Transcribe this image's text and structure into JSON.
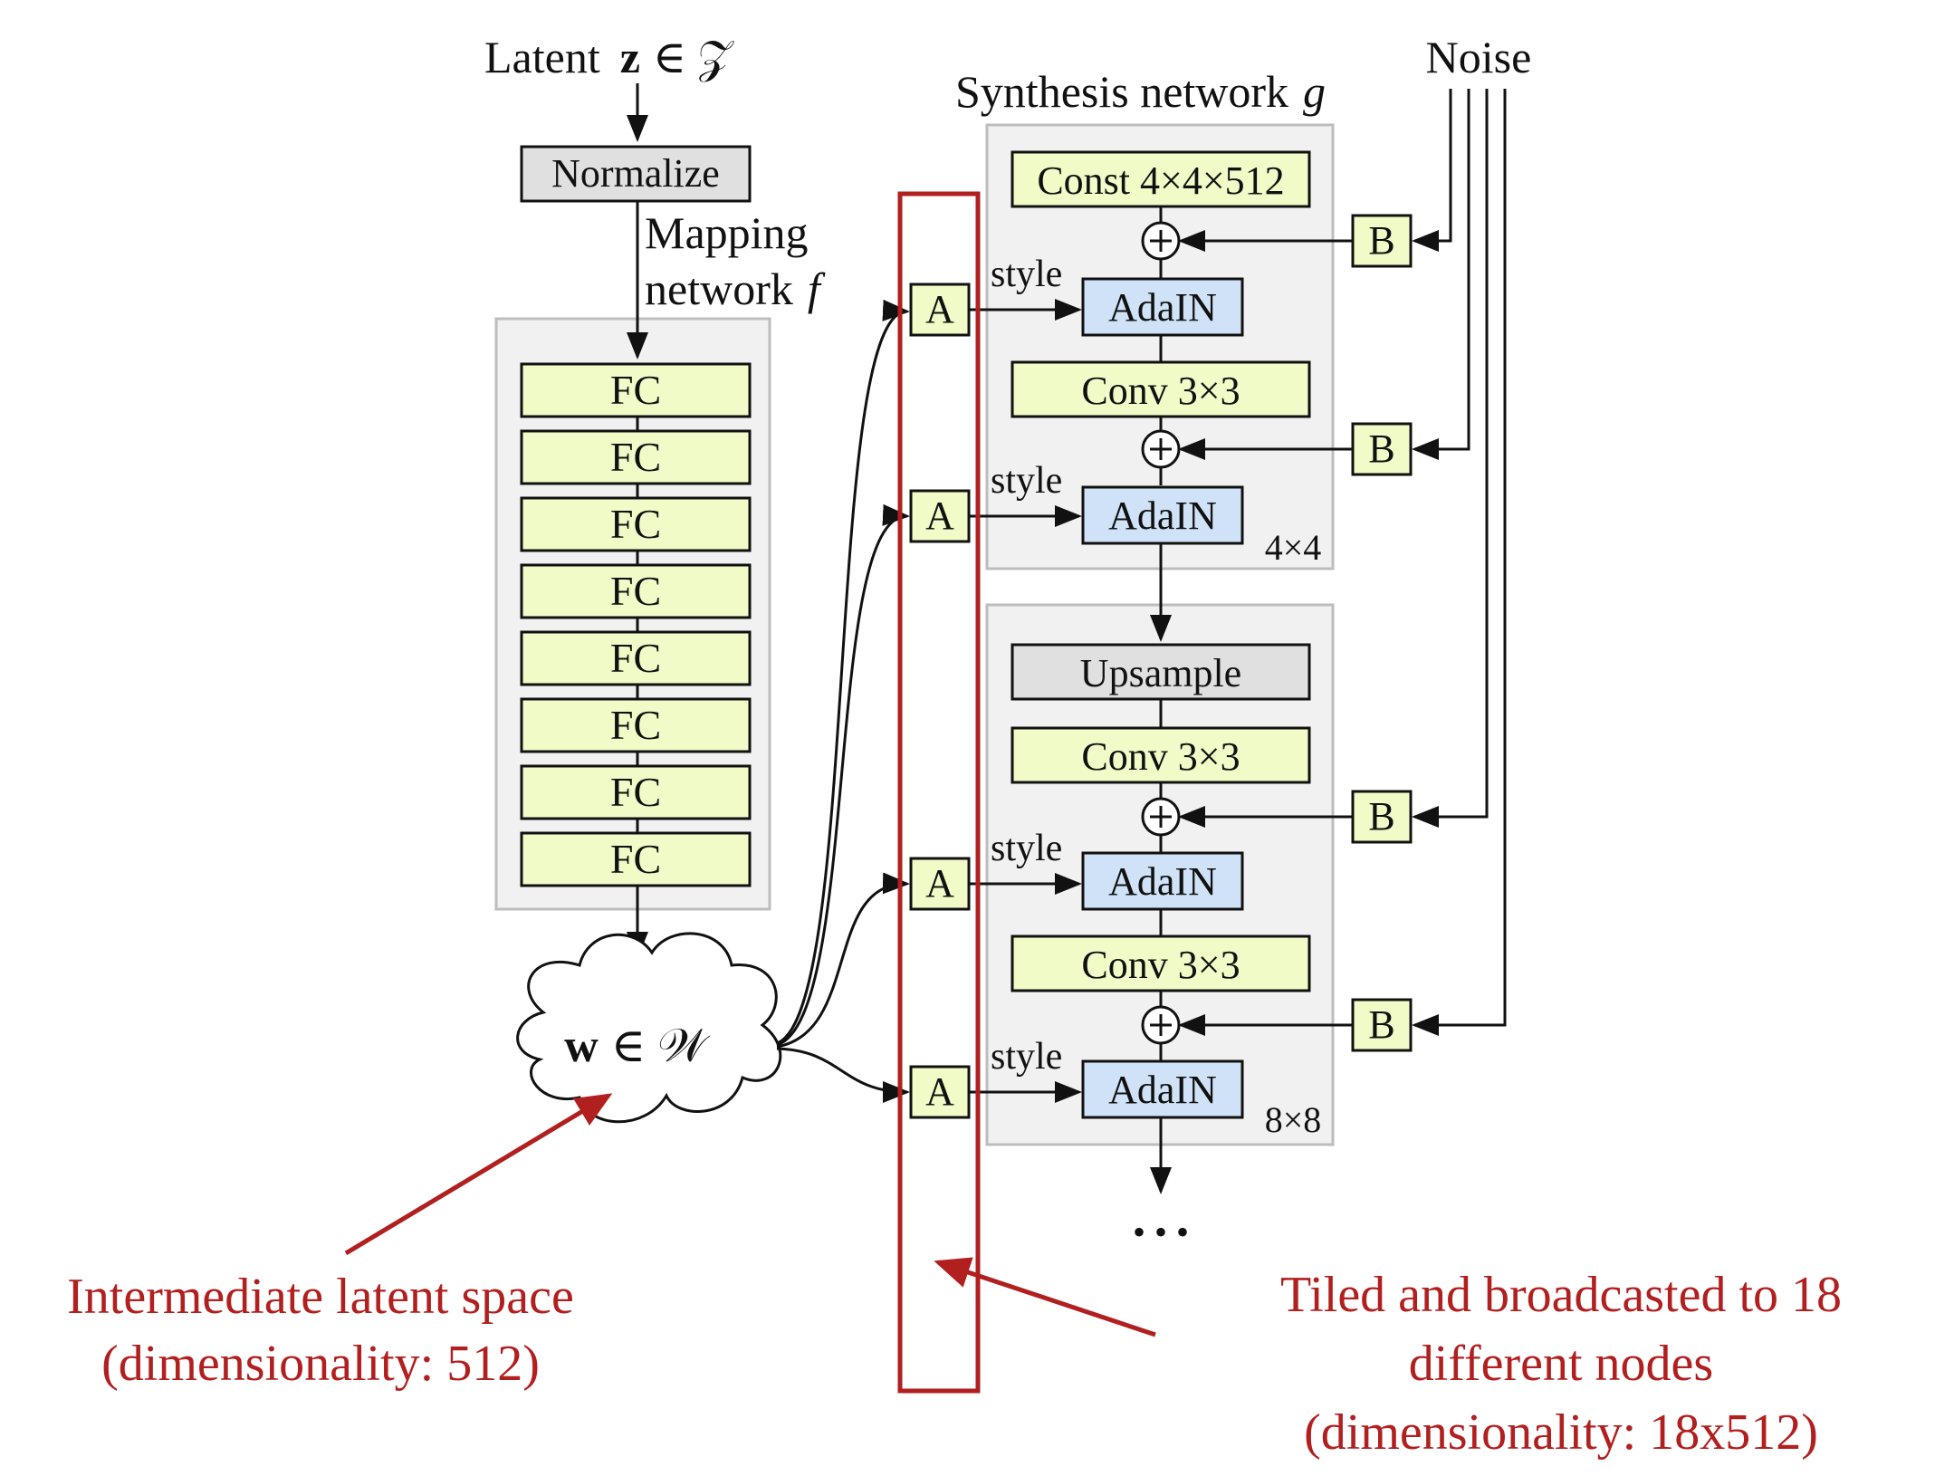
{
  "colors": {
    "block_green": "#f1fbc8",
    "block_blue": "#cfe2f7",
    "block_gray": "#e0e0e0",
    "panel": "#f1f1f1",
    "panel_border": "#bdbdbd",
    "annotation_red": "#b21f1f",
    "line": "#111111"
  },
  "labels": {
    "latent_prefix": "Latent",
    "latent_var": "z",
    "latent_set": "∈ 𝒵",
    "noise": "Noise",
    "synthesis_title": "Synthesis network",
    "synthesis_var": "g",
    "normalize": "Normalize",
    "mapping_line1": "Mapping",
    "mapping_line2": "network",
    "mapping_var": "f",
    "fc": "FC",
    "w_var": "w",
    "w_set": "∈ 𝒲",
    "const": "Const 4×4×512",
    "adain": "AdaIN",
    "conv": "Conv 3×3",
    "upsample": "Upsample",
    "a": "A",
    "b": "B",
    "style": "style",
    "res_4": "4×4",
    "res_8": "8×8",
    "ellipsis": "• • •"
  },
  "annotations": {
    "left_line1": "Intermediate latent space",
    "left_line2": "(dimensionality: 512)",
    "right_line1": "Tiled and broadcasted to 18",
    "right_line2": "different nodes",
    "right_line3": "(dimensionality: 18x512)"
  }
}
